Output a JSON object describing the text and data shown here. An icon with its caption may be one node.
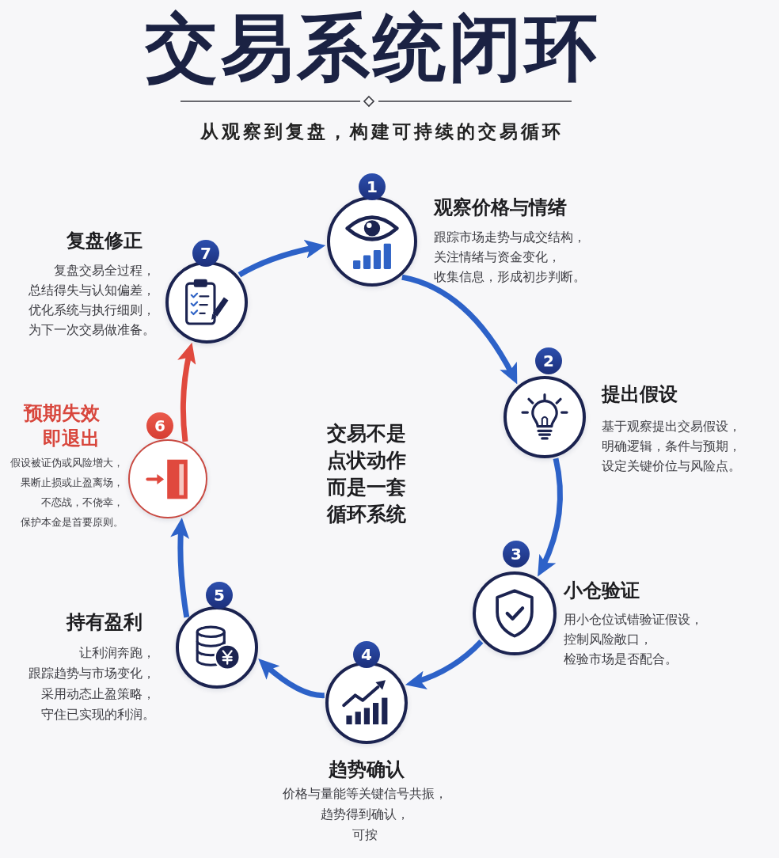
{
  "diagram": {
    "title": "交易系统闭环",
    "nodes": [
      {
        "text": [],
        "shape": "circle",
        "beside": [
          "1",
          "观察价格与情绪",
          "跟踪市场走势与成交结构，关注情绪与资金变化，收集信息，形成初步判断。"
        ]
      },
      {
        "text": [],
        "shape": "circle",
        "beside": [
          "2",
          "提出假设",
          "基于观察提出交易假设，明确逻辑，条件与预期，设定关键价位与风险点。"
        ]
      },
      {
        "text": [],
        "shape": "circle",
        "beside": [
          "3",
          "小仓验证",
          "用小仓位试错验证假设，控制风险敞口，检验市场是否配合。"
        ]
      },
      {
        "text": [],
        "shape": "circle",
        "beside": [
          "4",
          "趋势确认",
          "价格与量能等关键信号共振，趋势得到确认，可按"
        ]
      },
      {
        "text": [],
        "shape": "circle",
        "beside": [
          "5",
          "持有盈利",
          "让利润奔跑，跟踪趋势与市场变化，采用动态止盈策略，守住已实现的利润。"
        ]
      },
      {
        "text": [],
        "shape": "circle",
        "beside": [
          "6",
          "预期失效即退出",
          "假设被证伪或风险增大，果断止损或止盈离场，不恋战，不侥幸，保护本金是首要原则。"
        ]
      },
      {
        "text": [],
        "shape": "circle",
        "beside": [
          "7",
          "复盘修正",
          "复盘交易全过程，总结得失与认知偏差，优化系统与执行细则，为下一次交易做准备。"
        ]
      }
    ],
    "edges": [
      {
        "from": 0,
        "to": 1,
        "arrow": "to"
      },
      {
        "from": 1,
        "to": 2,
        "arrow": "to"
      },
      {
        "from": 2,
        "to": 3,
        "arrow": "to"
      },
      {
        "from": 3,
        "to": 4,
        "arrow": "to"
      },
      {
        "from": 4,
        "to": 5,
        "arrow": "to"
      },
      {
        "from": 5,
        "to": 6,
        "arrow": "to",
        "color": "#e0493e"
      },
      {
        "from": 6,
        "to": 0,
        "arrow": "to"
      }
    ],
    "labels": [
      "从观察到复盘，构建可持续的交易循环",
      "交易不是点状动作而是一套循环系统"
    ]
  }
}
